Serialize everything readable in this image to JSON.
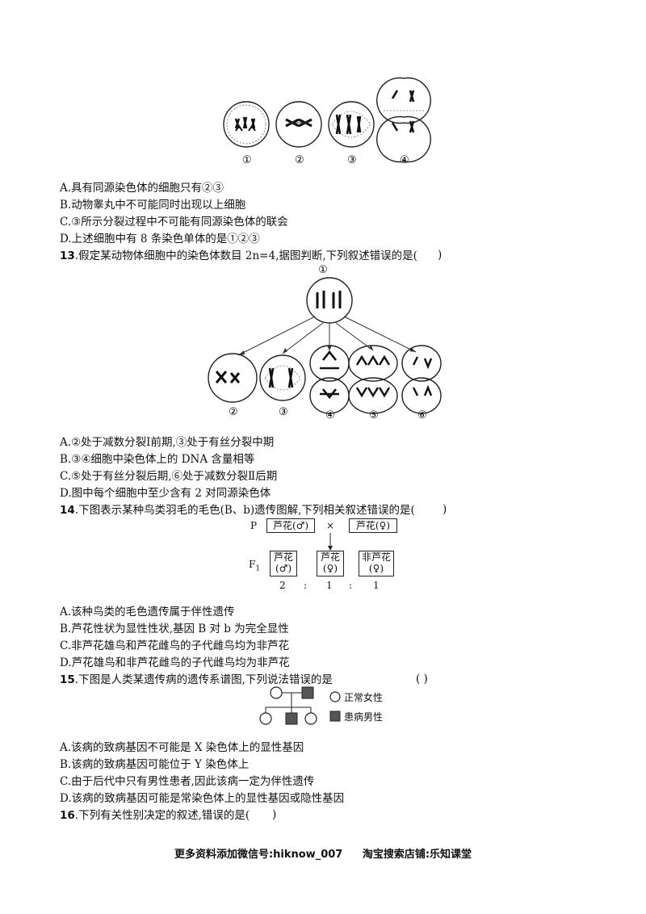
{
  "fig12": {
    "labels": [
      "①",
      "②",
      "③",
      "④"
    ]
  },
  "q12": {
    "options": [
      "A.具有同源染色体的细胞只有②③",
      "B.动物睾丸中不可能同时出现以上细胞",
      "C.③所示分裂过程中不可能有同源染色体的联会",
      "D.上述细胞中有 8 条染色单体的是①②③"
    ]
  },
  "q13": {
    "num": "13",
    "stem": ".假定某动物体细胞中的染色体数目 2n=4,据图判断,下列叙述错误的是(",
    "paren_close": ")",
    "fig_labels": [
      "①",
      "②",
      "③",
      "④",
      "⑤",
      "⑥"
    ],
    "options": [
      "A.②处于减数分裂Ⅰ前期,③处于有丝分裂中期",
      "B.③④细胞中染色体上的 DNA 含量相等",
      "C.⑤处于有丝分裂后期,⑥处于减数分裂Ⅱ后期",
      "D.图中每个细胞中至少含有 2 对同源染色体"
    ]
  },
  "q14": {
    "num": "14",
    "stem": ".下图表示某种鸟类羽毛的毛色(B、b)遗传图解,下列相关叙述错误的是(",
    "paren_close": ")",
    "diagram": {
      "p_label": "P",
      "f1_label": "F",
      "f1_sub": "1",
      "cross": "×",
      "parent_male": "芦花(♂)",
      "parent_female": "芦花(♀)",
      "child1_line1": "芦花",
      "child1_line2": "(♂)",
      "child2_line1": "芦花",
      "child2_line2": "(♀)",
      "child3_line1": "非芦花",
      "child3_line2": "(♀)",
      "ratio": [
        "2",
        ":",
        "1",
        ":",
        "1"
      ]
    },
    "options": [
      "A.该种鸟类的毛色遗传属于伴性遗传",
      "B.芦花性状为显性性状,基因 B 对 b 为完全显性",
      "C.非芦花雄鸟和芦花雌鸟的子代雌鸟均为非芦花",
      "D.芦花雄鸟和非芦花雌鸟的子代雌鸟均为非芦花"
    ]
  },
  "q15": {
    "num": "15",
    "stem": ".下图是人类某遗传病的遗传系谱图,下列说法错误的是",
    "paren": "(        )",
    "legend": {
      "normal_female": "正常女性",
      "affected_male": "患病男性"
    },
    "options": [
      "A.该病的致病基因不可能是 X 染色体上的显性基因",
      "B.该病的致病基因可能位于 Y 染色体上",
      "C.由于后代中只有男性患者,因此该病一定为伴性遗传",
      "D.该病的致病基因可能是常染色体上的显性基因或隐性基因"
    ]
  },
  "q16": {
    "num": "16",
    "stem": ".下列有关性别决定的叙述,错误的是(",
    "paren_close": ")"
  },
  "footer": {
    "left": "更多资料添加微信号:hiknow_007",
    "right": "淘宝搜索店铺:乐知课堂"
  }
}
